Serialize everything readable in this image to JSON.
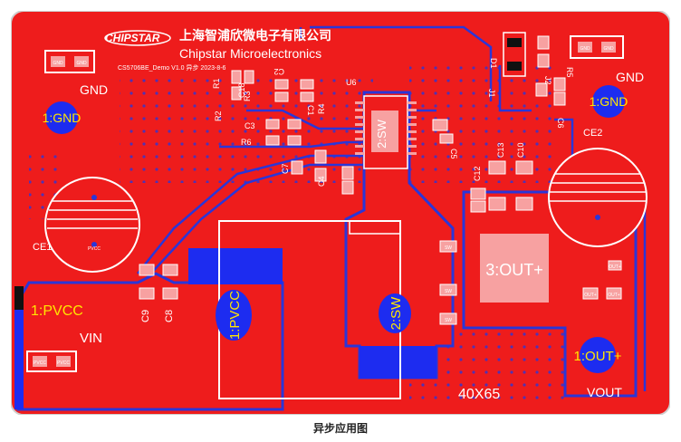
{
  "colors": {
    "board": "#ee1c1c",
    "pour": "#f03a3a",
    "trace": "#2a36d8",
    "silk": "#ffffff",
    "pad": "#e8a8a8",
    "copper_blue": "#1d2cf0",
    "label_yellow": "#ffe600",
    "pad_pink": "#f7a1a1"
  },
  "board": {
    "logo_text": "CHIPSTAR",
    "company_cn": "上海智浦欣微电子有限公司",
    "company_en": "Chipstar Microelectronics",
    "part_line": "CS5706BE_Demo V1.0 异步 2023-8-6",
    "size_label": "40X65"
  },
  "labels": {
    "gnd_left": "GND",
    "gnd_right": "GND",
    "vin": "VIN",
    "vout": "VOUT",
    "gnd_pad_left": "1:GND",
    "gnd_pad_right": "1:GND",
    "pvcc_pad": "1:PVCC",
    "pvcc_big": "1:PVCC",
    "sw_pad": "2:SW",
    "sw_ic": "2:SW",
    "out_pad": "3:OUT+",
    "out_circle": "1:OUT+"
  },
  "designators": {
    "r1": "R1",
    "r2": "R2",
    "r3": "R3",
    "r4": "R4",
    "r5": "R5",
    "r6": "R6",
    "c1": "C1",
    "c2": "C2",
    "c3": "C3",
    "c4": "C4",
    "c5": "C5",
    "c6": "C6",
    "c7": "C7",
    "c8": "C8",
    "c9": "C9",
    "c10": "C10",
    "c12": "C12",
    "c13": "C13",
    "c18": "C18",
    "u6": "U6",
    "ce1": "CE1",
    "ce2": "CE2",
    "d1": "D1",
    "j1": "J1",
    "j2": "J2"
  },
  "pad_texts": {
    "pvcc_small": "PVCC",
    "gnd_small": "GND",
    "out_small": "OUT+",
    "sw_small": "SW"
  },
  "caption": "异步应用图"
}
